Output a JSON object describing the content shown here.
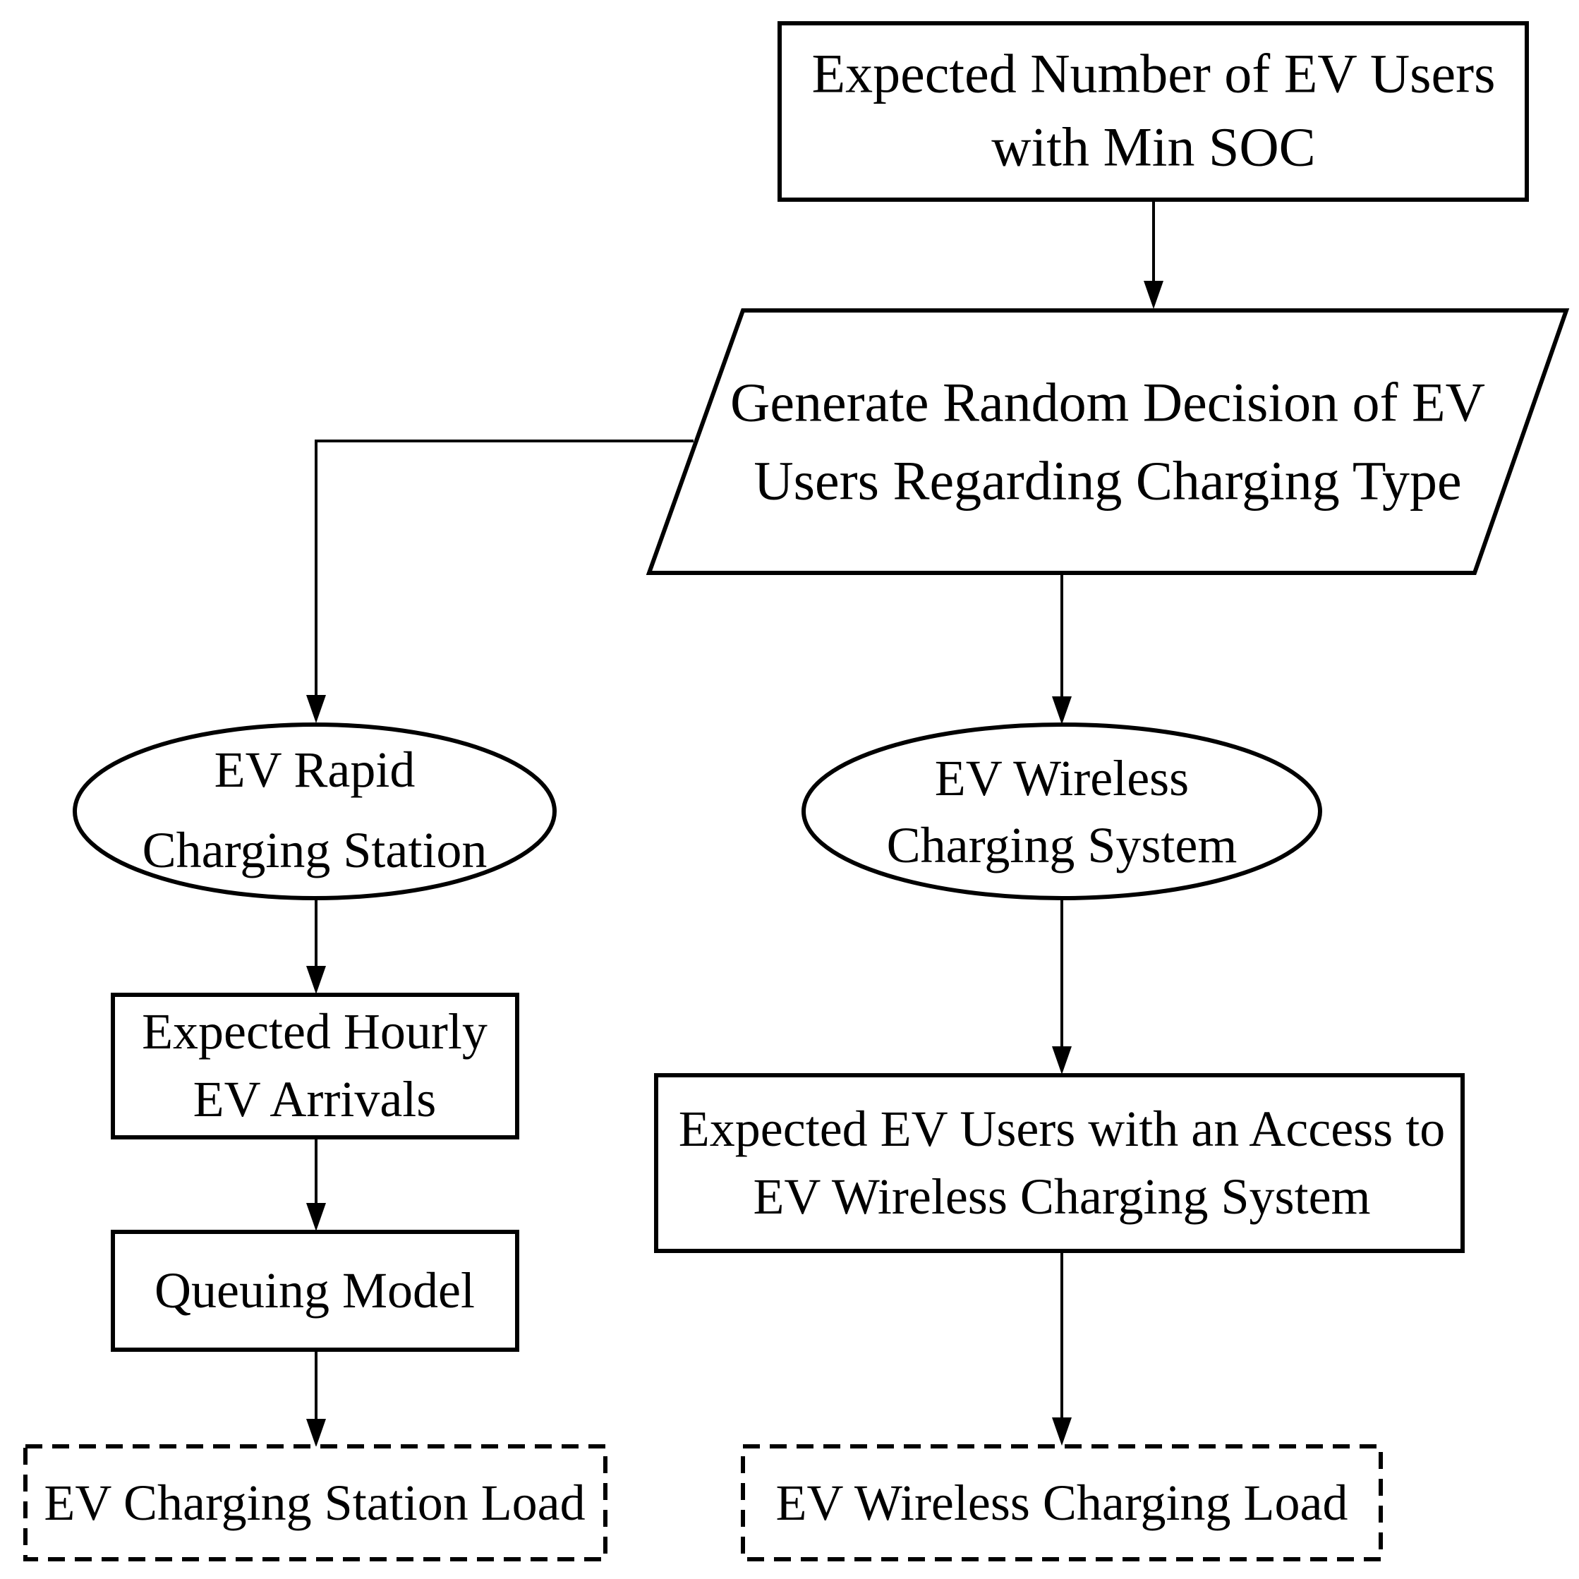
{
  "nodes": {
    "expected_users": {
      "lines": [
        "Expected Number of EV Users",
        "with Min SOC"
      ]
    },
    "random_decision": {
      "lines": [
        "Generate Random Decision of EV",
        "Users Regarding Charging Type"
      ]
    },
    "rapid_station": {
      "lines": [
        "EV Rapid",
        "Charging Station"
      ]
    },
    "wireless_system": {
      "lines": [
        "EV Wireless",
        "Charging System"
      ]
    },
    "hourly_arrivals": {
      "lines": [
        "Expected Hourly",
        "EV Arrivals"
      ]
    },
    "queuing_model": {
      "lines": [
        "Queuing Model"
      ]
    },
    "wireless_access": {
      "lines": [
        "Expected EV Users with an Access to",
        "EV Wireless Charging System"
      ]
    },
    "station_load": {
      "lines": [
        "EV Charging Station Load"
      ]
    },
    "wireless_load": {
      "lines": [
        "EV Wireless Charging Load"
      ]
    }
  },
  "colors": {
    "stroke": "#000000",
    "fill": "#ffffff",
    "text": "#000000"
  }
}
